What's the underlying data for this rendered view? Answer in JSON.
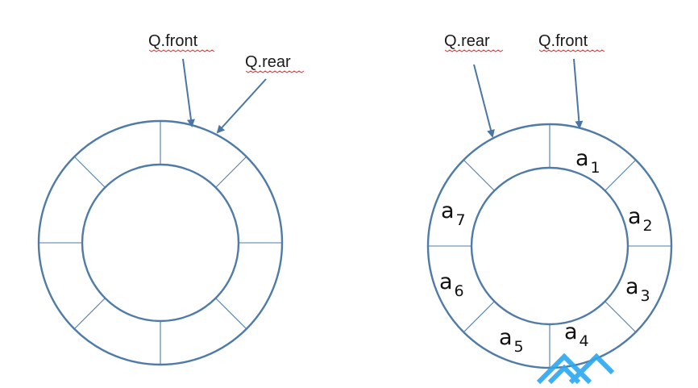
{
  "left_queue": {
    "front_label": "Q.front",
    "rear_label": "Q.rear"
  },
  "right_queue": {
    "rear_label": "Q.rear",
    "front_label": "Q.front",
    "elements": [
      {
        "base": "a",
        "sub": "1"
      },
      {
        "base": "a",
        "sub": "2"
      },
      {
        "base": "a",
        "sub": "3"
      },
      {
        "base": "a",
        "sub": "4"
      },
      {
        "base": "a",
        "sub": "5"
      },
      {
        "base": "a",
        "sub": "6"
      },
      {
        "base": "a",
        "sub": "7"
      }
    ]
  },
  "colors": {
    "ring": "#4f7ba8",
    "arrow": "#4a76a6",
    "spellcheck_underline": "#d13a3a",
    "watermark": "#2aa8f0"
  }
}
